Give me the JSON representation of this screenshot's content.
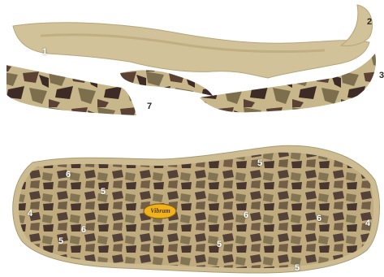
{
  "labels": {
    "midsole": "1",
    "heel_cap": "2",
    "side_right": "3",
    "rubber_side": "7",
    "lug_4": "4",
    "lug_5": "5",
    "lug_6": "6"
  },
  "logo_text": "Vibram",
  "colors": {
    "midsole": "#d2c29a",
    "midsole_shade": "#b7a678",
    "camo_sand": "#c9b78c",
    "camo_olive": "#7d6e4e",
    "camo_brown": "#5b4234",
    "camo_dark": "#3e2b26",
    "logo_yellow": "#f0b21c"
  }
}
